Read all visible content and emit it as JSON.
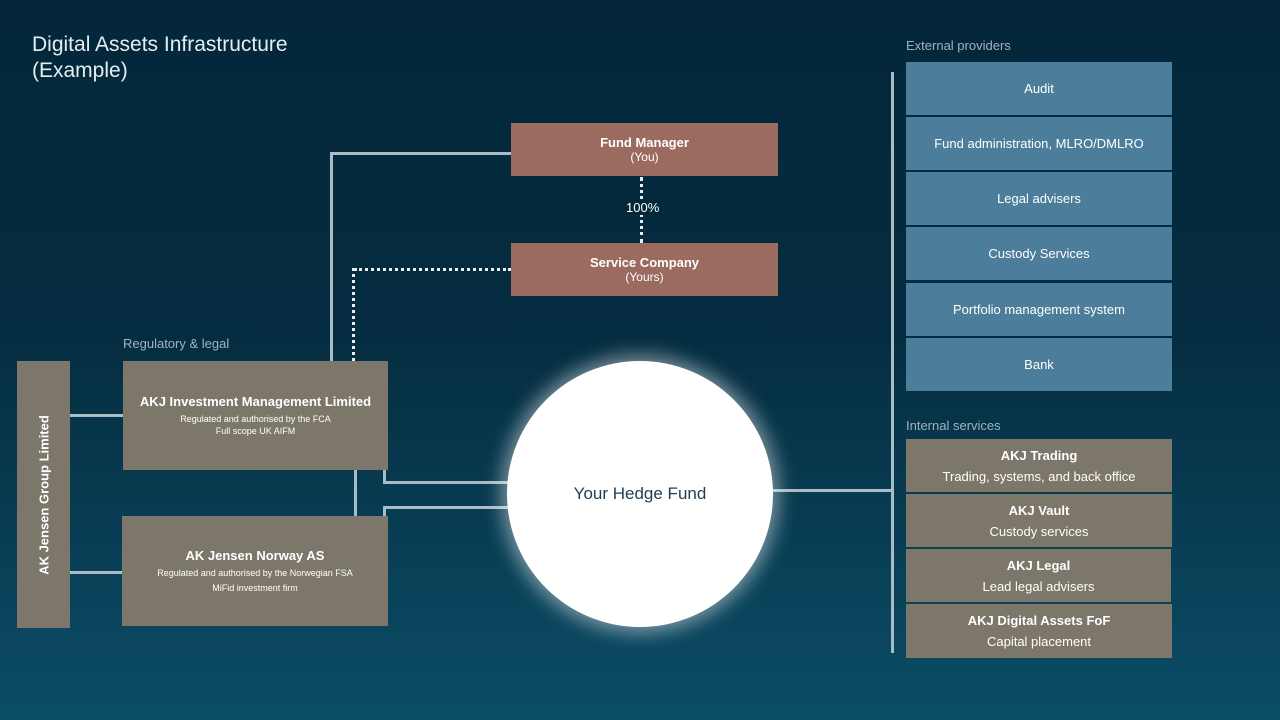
{
  "title_line1": "Digital Assets Infrastructure",
  "title_line2": "(Example)",
  "labels": {
    "external": "External providers",
    "internal": "Internal services",
    "regulatory": "Regulatory & legal",
    "ownership": "100%"
  },
  "fund_manager": {
    "name": "Fund Manager",
    "sub": "(You)"
  },
  "service_company": {
    "name": "Service Company",
    "sub": "(Yours)"
  },
  "group": "AK Jensen Group Limited",
  "akj_im": {
    "name": "AKJ Investment Management Limited",
    "line1": "Regulated and authorised by the FCA",
    "line2": "Full scope UK AIFM"
  },
  "akj_norway": {
    "name": "AK Jensen Norway AS",
    "line1": "Regulated and authorised by the Norwegian FSA",
    "line2": "MiFid investment firm"
  },
  "hedge_fund": "Your Hedge Fund",
  "external_providers": [
    "Audit",
    "Fund administration, MLRO/DMLRO",
    "Legal advisers",
    "Custody Services",
    "Portfolio management system",
    "Bank"
  ],
  "internal_services": [
    {
      "name": "AKJ Trading",
      "desc": "Trading, systems, and back office"
    },
    {
      "name": "AKJ Vault",
      "desc": "Custody services"
    },
    {
      "name": "AKJ Legal",
      "desc": "Lead legal advisers"
    },
    {
      "name": "AKJ Digital Assets FoF",
      "desc": "Capital placement"
    }
  ],
  "colors": {
    "brown": "#9b6b60",
    "grey": "#7c776a",
    "blue": "#4c7d9a",
    "background": "#04273a"
  }
}
